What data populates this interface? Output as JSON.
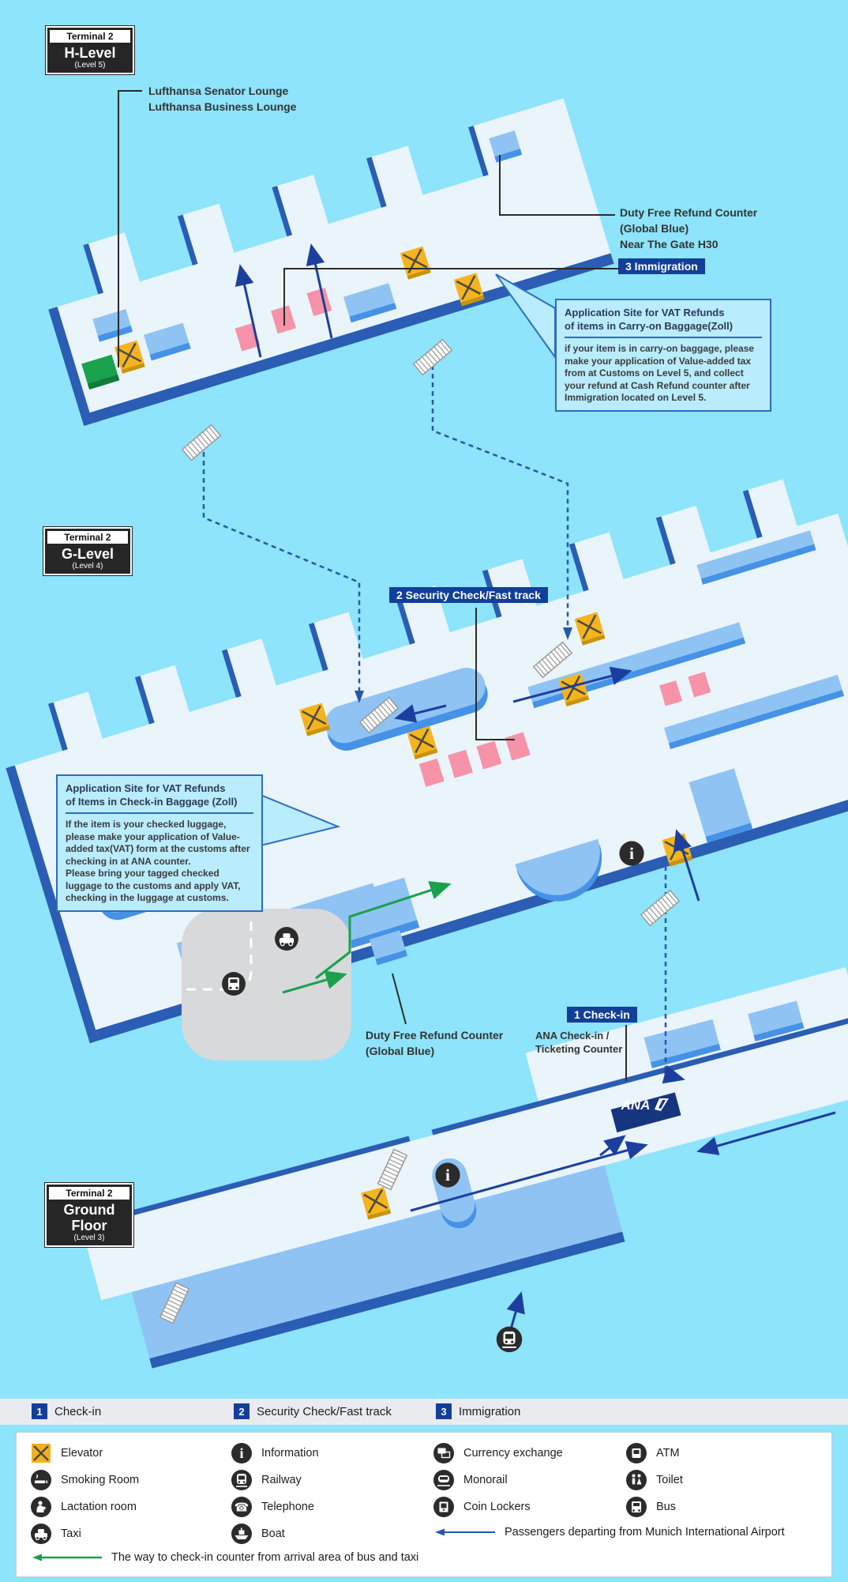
{
  "floors": [
    {
      "terminal": "Terminal 2",
      "name": "H-Level",
      "sub": "(Level 5)"
    },
    {
      "terminal": "Terminal 2",
      "name": "G-Level",
      "sub": "(Level 4)"
    },
    {
      "terminal": "Terminal 2",
      "name": "Ground Floor",
      "sub": "(Level 3)"
    }
  ],
  "markers": {
    "immigration": "3 Immigration",
    "security": "2 Security Check/Fast track",
    "checkin": "1 Check-in"
  },
  "annotations": {
    "lounge1": "Lufthansa Senator Lounge",
    "lounge2": "Lufthansa Business Lounge",
    "dutyfree_h1": "Duty Free Refund Counter",
    "dutyfree_h2": "(Global Blue)",
    "dutyfree_h3": "Near The Gate H30",
    "dutyfree_g1": "Duty Free Refund Counter",
    "dutyfree_g2": "(Global Blue)",
    "ana_counter1": "ANA Check-in /",
    "ana_counter2": "Ticketing Counter",
    "ana_logo": "ANA",
    "vat_carryon": {
      "title1": "Application Site for VAT Refunds",
      "title2": "of items in Carry-on Baggage(Zoll)",
      "body": "if your item is in carry-on baggage, please make your application of Value-added tax from at Customs on Level 5, and collect your refund at Cash Refund counter after Immigration located on Level 5."
    },
    "vat_checkin": {
      "title1": "Application Site for VAT Refunds",
      "title2": "of Items in Check-in Baggage (Zoll)",
      "body1": "If the item is your checked luggage, please make your application of Value- added tax(VAT) form at the  customs after checking in at ANA counter.",
      "body2": "Please bring your tagged checked luggage to the customs and apply VAT, checking in the luggage at customs."
    }
  },
  "legend": {
    "numbered": [
      {
        "num": "1",
        "label": "Check-in"
      },
      {
        "num": "2",
        "label": "Security Check/Fast track"
      },
      {
        "num": "3",
        "label": "Immigration"
      }
    ],
    "items": [
      {
        "icon": "elevator-icon",
        "label": "Elevator"
      },
      {
        "icon": "information-icon",
        "label": "Information"
      },
      {
        "icon": "currency-exchange-icon",
        "label": "Currency exchange"
      },
      {
        "icon": "atm-icon",
        "label": "ATM"
      },
      {
        "icon": "smoking-room-icon",
        "label": "Smoking Room"
      },
      {
        "icon": "railway-icon",
        "label": "Railway"
      },
      {
        "icon": "monorail-icon",
        "label": "Monorail"
      },
      {
        "icon": "toilet-icon",
        "label": "Toilet"
      },
      {
        "icon": "lactation-room-icon",
        "label": "Lactation room"
      },
      {
        "icon": "telephone-icon",
        "label": "Telephone"
      },
      {
        "icon": "coin-lockers-icon",
        "label": "Coin Lockers"
      },
      {
        "icon": "bus-icon",
        "label": "Bus"
      },
      {
        "icon": "taxi-icon",
        "label": "Taxi"
      },
      {
        "icon": "boat-icon",
        "label": "Boat"
      }
    ],
    "blue_arrow_text": "Passengers departing from Munich International Airport",
    "green_arrow_text": "The way to check-in counter from arrival area of bus and taxi"
  },
  "colors": {
    "background": "#8de4fb",
    "floor": "#eaf4fb",
    "floor_edge": "#2a5db3",
    "counter_blue": "#8fc3f3",
    "counter_pink": "#f693a8",
    "elevator_yellow": "#f5b41e",
    "marker_navy": "#123f97",
    "arrow_navy": "#1c3f9f",
    "arrow_green": "#19a14c"
  }
}
